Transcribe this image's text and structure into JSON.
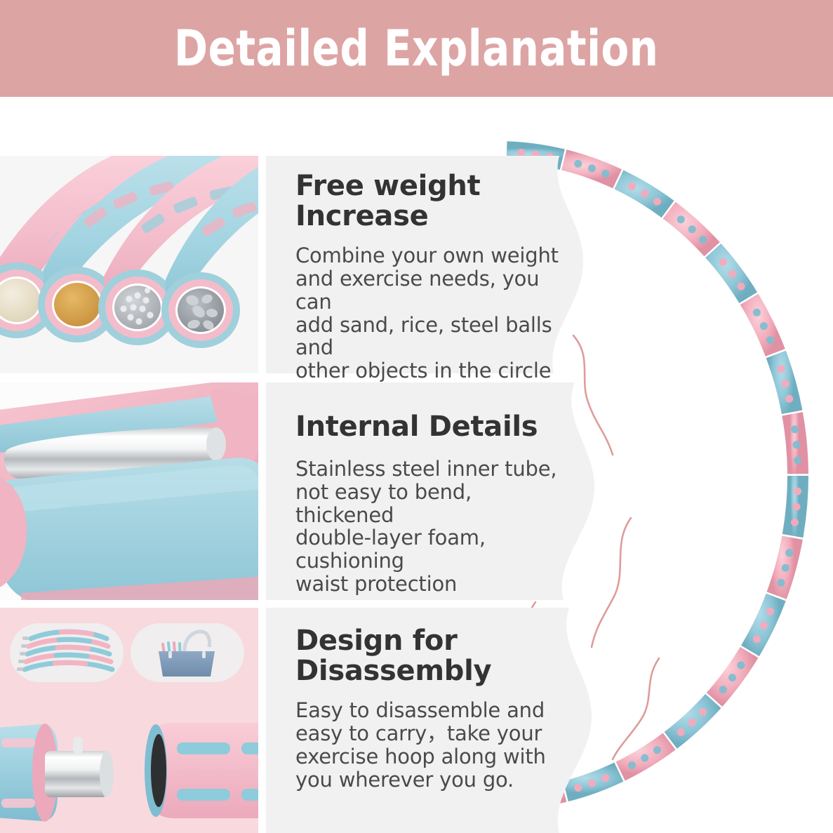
{
  "header": {
    "title": "Detailed Explanation",
    "band_color": "#dda4a4",
    "title_color": "#ffffff"
  },
  "theme": {
    "card_bg": "#f2f1f1",
    "page_bg": "#ffffff",
    "heading_color": "#333333",
    "body_color": "#4a4a4a",
    "foam_pink": "#f2b6c0",
    "foam_blue": "#9fd0dc",
    "chrome": "#d8d8d8",
    "photo3_bg": "#f8d9de"
  },
  "blocks": [
    {
      "id": "free-weight-increase",
      "title": "Free weight\nIncrease",
      "body": "Combine your own weight\nand exercise needs, you can\nadd sand, rice, steel balls and\nother objects in the circle",
      "photo": {
        "name": "hoop-cross-sections-photo",
        "alt": "Four hoop tube ends showing different fill materials",
        "fills": [
          {
            "label": "rice",
            "color": "#e8e0cb"
          },
          {
            "label": "sand",
            "color": "#d6a24e"
          },
          {
            "label": "steel balls",
            "color": "#b9bcc0"
          },
          {
            "label": "stones",
            "color": "#9aa0a6"
          }
        ]
      }
    },
    {
      "id": "internal-details",
      "title": "Internal Details",
      "body": "Stainless steel inner tube,\nnot easy to bend, thickened\ndouble-layer foam, cushioning\nwaist protection",
      "photo": {
        "name": "inner-tube-cutaway-photo",
        "alt": "Cutaway view of stainless steel inner tube inside double-layer foam"
      }
    },
    {
      "id": "design-for-disassembly",
      "title": "Design for\nDisassembly",
      "body": "Easy to disassemble and\neasy to carry，take your\nexercise hoop along with\nyou wherever you go.",
      "photo": {
        "name": "disassembly-photo",
        "alt": "Detached hoop segments with chrome connector, stacked segments and tote bag thumbnails",
        "thumbnails": [
          {
            "name": "stacked-segments-thumbnail",
            "label": "stacked segments"
          },
          {
            "name": "tote-bag-thumbnail",
            "label": "tote bag with segments"
          }
        ]
      }
    }
  ],
  "hoop": {
    "name": "hula-hoop-illustration",
    "description": "Large segmented weighted hula hoop arc along the right edge",
    "segment_colors": [
      "#8ec6d6",
      "#f2aebc"
    ],
    "dot_colors": [
      "#f5a9bd",
      "#7fbdd0"
    ],
    "accent_line_color": "#d98b8b",
    "segment_count": 16
  }
}
